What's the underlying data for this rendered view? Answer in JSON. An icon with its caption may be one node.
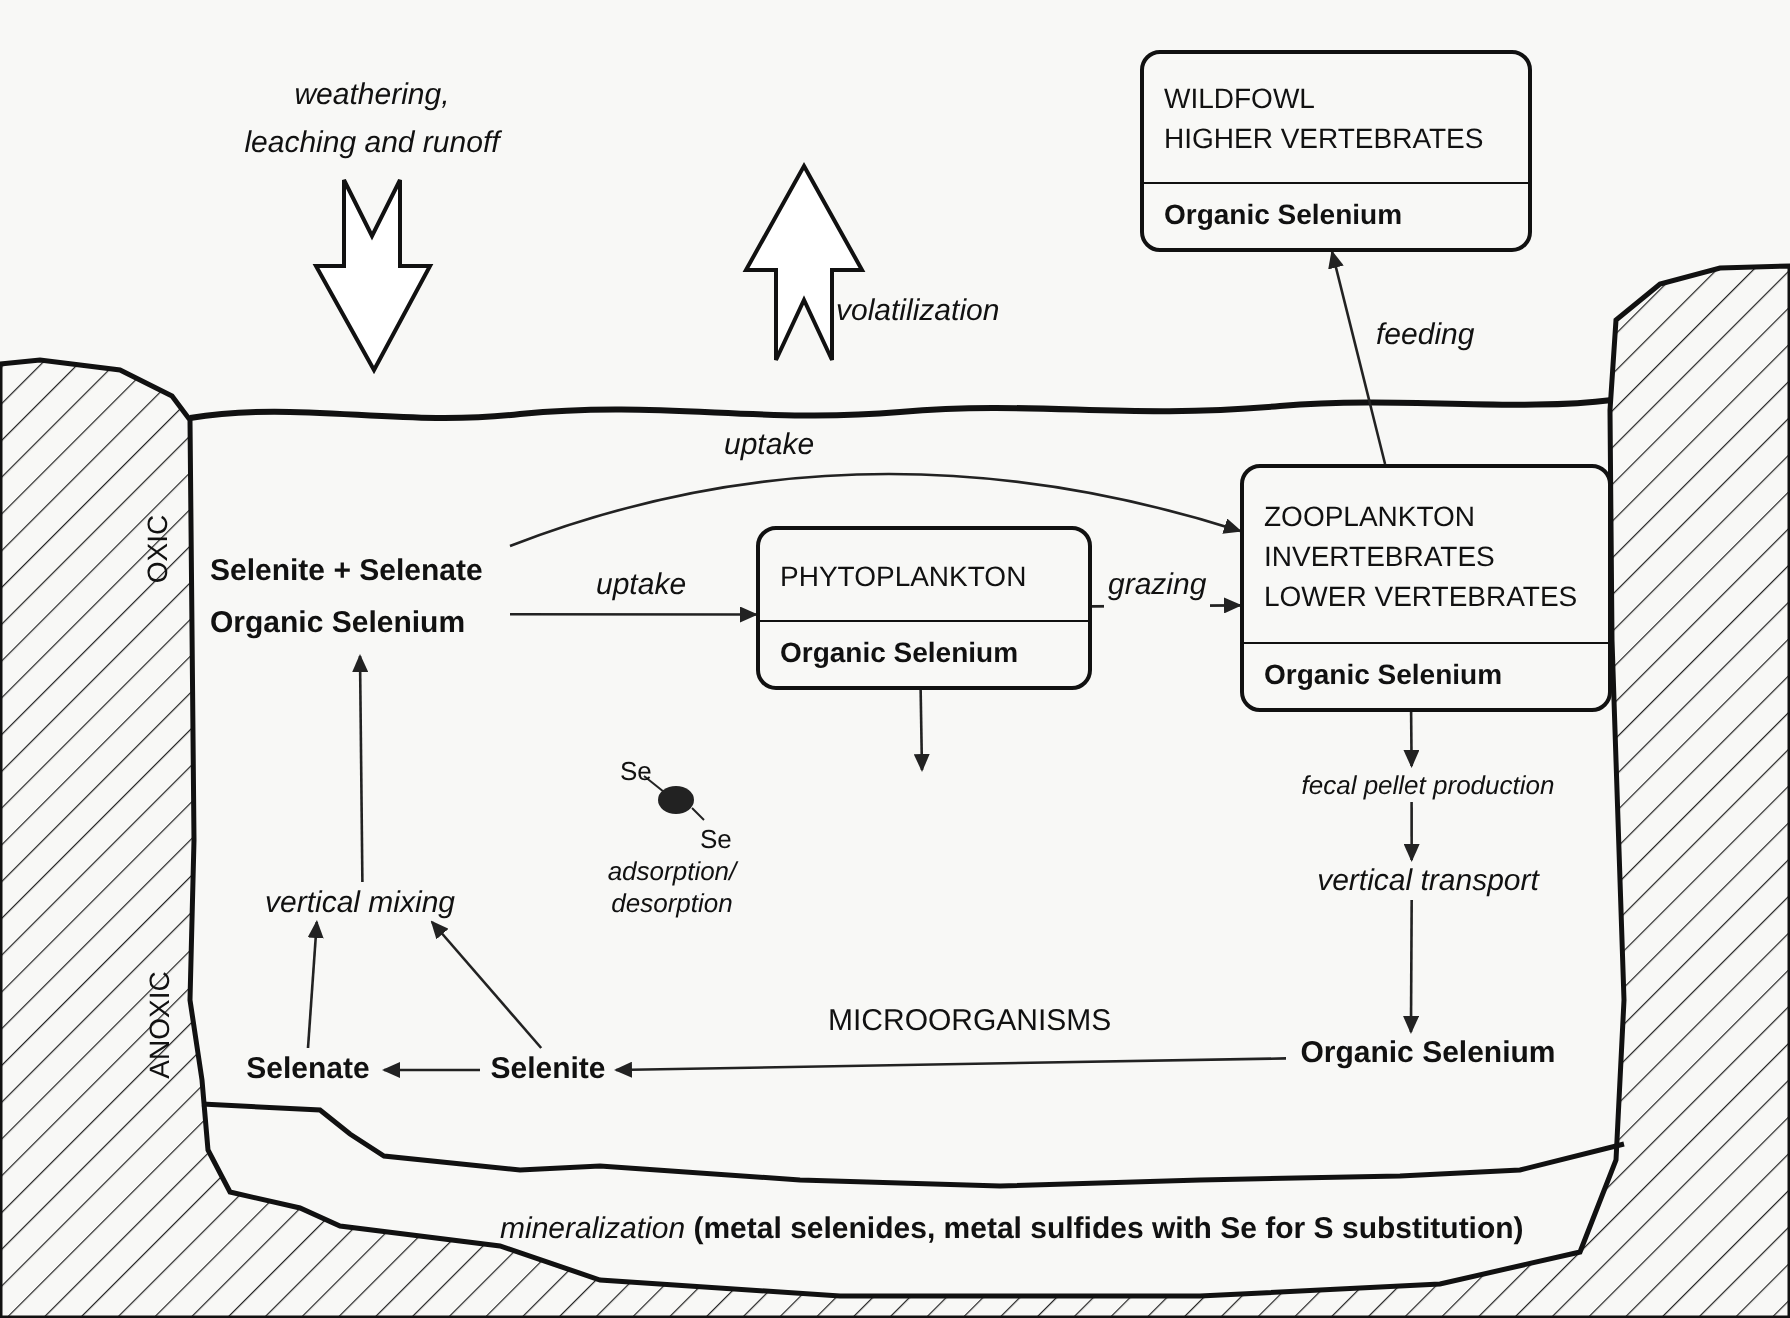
{
  "diagram": {
    "nodes": [
      {
        "text": [
          "Selenite + Selenate",
          "Organic Selenium"
        ]
      },
      {
        "text": [
          "PHYTOPLANKTON",
          "Organic Selenium"
        ]
      },
      {
        "text": [
          "ZOOPLANKTON",
          "INVERTEBRATES",
          "LOWER VERTEBRATES",
          "Organic Selenium"
        ]
      },
      {
        "text": [
          "WILDFOWL",
          "HIGHER VERTEBRATES",
          "Organic Selenium"
        ]
      },
      {
        "text": [
          "fecal pellet production"
        ]
      },
      {
        "text": [
          "vertical transport"
        ]
      },
      {
        "text": [
          "Organic Selenium"
        ]
      },
      {
        "text": [
          "vertical mixing"
        ]
      },
      {
        "text": [
          "Selenate"
        ]
      },
      {
        "text": [
          "Selenite"
        ]
      },
      {
        "text": [
          "adsorption/ desorption"
        ]
      }
    ],
    "edges": [
      {
        "from": 0,
        "to": 1,
        "arrow": "to",
        "label": "uptake"
      },
      {
        "from": 0,
        "to": 2,
        "arrow": "to",
        "label": "uptake"
      },
      {
        "from": 1,
        "to": 2,
        "arrow": "to",
        "label": "grazing"
      },
      {
        "from": 2,
        "to": 3,
        "arrow": "to",
        "label": "feeding"
      },
      {
        "from": 1,
        "to": null,
        "arrow": "to"
      },
      {
        "from": 2,
        "to": 4,
        "arrow": "to"
      },
      {
        "from": 4,
        "to": 5,
        "arrow": "to"
      },
      {
        "from": 5,
        "to": 6,
        "arrow": "to"
      },
      {
        "from": 6,
        "to": 9,
        "arrow": "to",
        "label": "MICROORGANISMS"
      },
      {
        "from": 9,
        "to": 8,
        "arrow": "to"
      },
      {
        "from": 8,
        "to": 7,
        "arrow": "to"
      },
      {
        "from": 9,
        "to": 7,
        "arrow": "to"
      },
      {
        "from": 7,
        "to": 0,
        "arrow": "to"
      }
    ],
    "labels": [
      "weathering, leaching and runoff",
      "volatilization",
      "OXIC",
      "ANOXIC",
      "Se",
      "Se",
      "*mineralization* **(metal selenides, metal sulfides with Se for S substitution)**"
    ]
  }
}
